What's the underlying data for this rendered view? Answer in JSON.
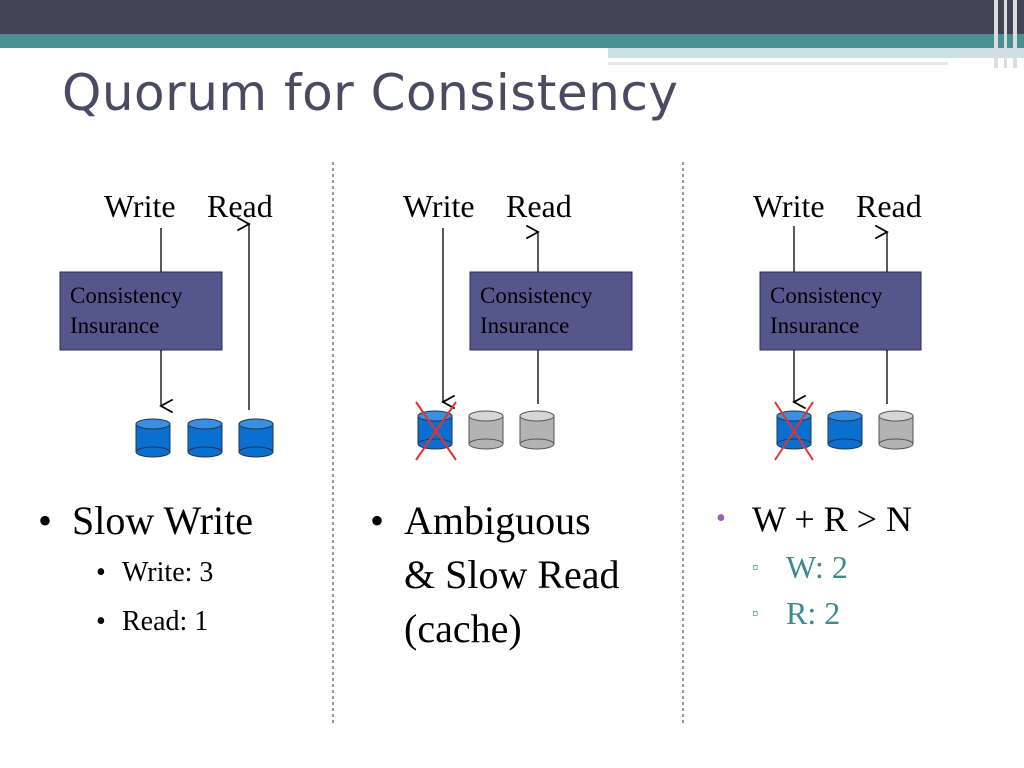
{
  "slide": {
    "title": "Quorum for Consistency",
    "colors": {
      "header_dark": "#434356",
      "header_teal": "#4a8f92",
      "box_fill": "#55568c",
      "disk_blue": "#0b6fd0",
      "disk_gray": "#b3b3b3",
      "cross_red": "#e5322d",
      "bullet_purple": "#9c5bb8",
      "teal_text": "#3e8a90"
    }
  },
  "panels": [
    {
      "write_label": "Write",
      "read_label": "Read",
      "box_line1": "Consistency",
      "box_line2": "Insurance",
      "disks": [
        {
          "state": "blue",
          "failed": false
        },
        {
          "state": "blue",
          "failed": false
        },
        {
          "state": "blue",
          "failed": false
        }
      ],
      "bullet": {
        "lines": [
          "Slow Write"
        ],
        "subs": [
          "Write: 3",
          "Read: 1"
        ]
      }
    },
    {
      "write_label": "Write",
      "read_label": "Read",
      "box_line1": "Consistency",
      "box_line2": "Insurance",
      "disks": [
        {
          "state": "blue",
          "failed": true
        },
        {
          "state": "gray",
          "failed": false
        },
        {
          "state": "gray",
          "failed": false
        }
      ],
      "bullet": {
        "lines": [
          "Ambiguous",
          "& Slow Read",
          "(cache)"
        ],
        "subs": []
      }
    },
    {
      "write_label": "Write",
      "read_label": "Read",
      "box_line1": "Consistency",
      "box_line2": "Insurance",
      "disks": [
        {
          "state": "blue",
          "failed": true
        },
        {
          "state": "blue",
          "failed": false
        },
        {
          "state": "gray",
          "failed": false
        }
      ],
      "bullet": {
        "lines": [
          "W + R > N"
        ],
        "subs": [
          "W: 2",
          "R: 2"
        ]
      }
    }
  ]
}
